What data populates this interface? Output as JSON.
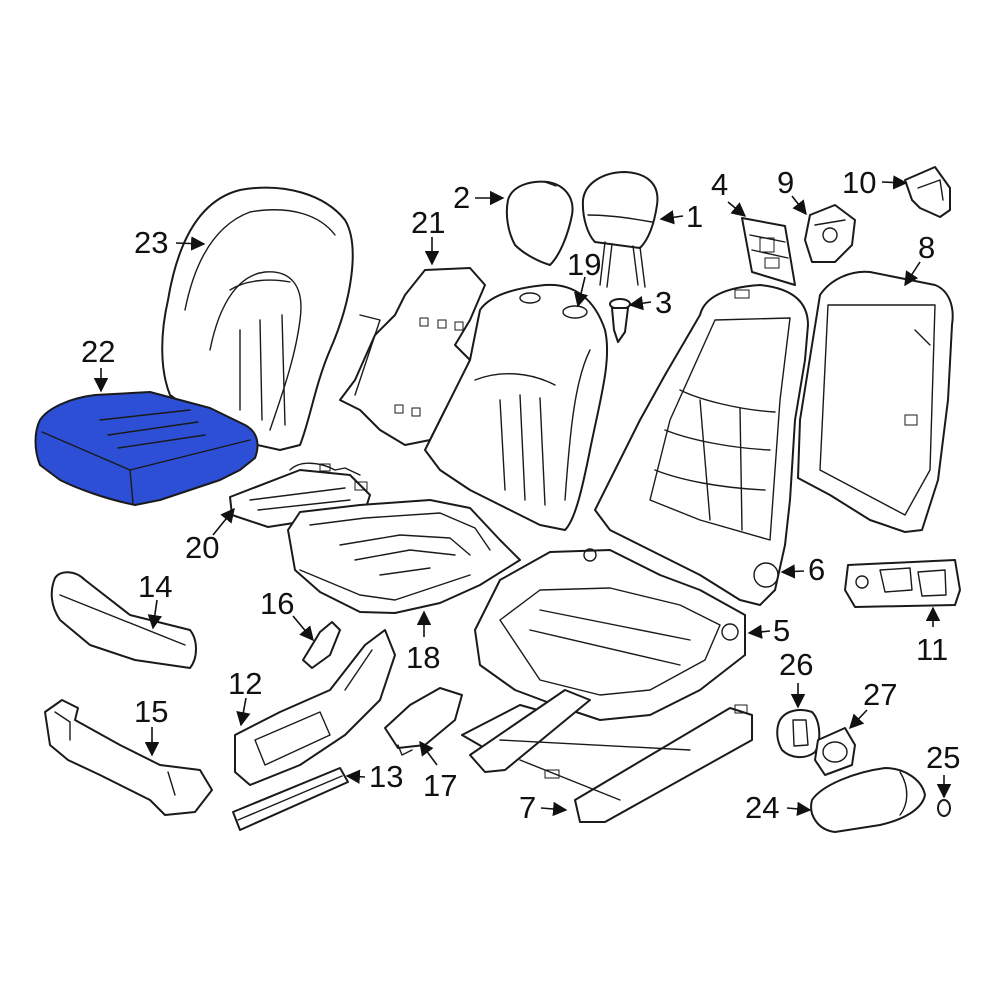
{
  "diagram": {
    "highlight_color": "#2d4fd6",
    "line_color": "#1a1a1a",
    "background": "#ffffff",
    "highlighted_part": "22",
    "callouts": [
      {
        "id": "1",
        "label": "1"
      },
      {
        "id": "2",
        "label": "2"
      },
      {
        "id": "3",
        "label": "3"
      },
      {
        "id": "4",
        "label": "4"
      },
      {
        "id": "5",
        "label": "5"
      },
      {
        "id": "6",
        "label": "6"
      },
      {
        "id": "7",
        "label": "7"
      },
      {
        "id": "8",
        "label": "8"
      },
      {
        "id": "9",
        "label": "9"
      },
      {
        "id": "10",
        "label": "10"
      },
      {
        "id": "11",
        "label": "11"
      },
      {
        "id": "12",
        "label": "12"
      },
      {
        "id": "13",
        "label": "13"
      },
      {
        "id": "14",
        "label": "14"
      },
      {
        "id": "15",
        "label": "15"
      },
      {
        "id": "16",
        "label": "16"
      },
      {
        "id": "17",
        "label": "17"
      },
      {
        "id": "18",
        "label": "18"
      },
      {
        "id": "19",
        "label": "19"
      },
      {
        "id": "20",
        "label": "20"
      },
      {
        "id": "21",
        "label": "21"
      },
      {
        "id": "22",
        "label": "22"
      },
      {
        "id": "23",
        "label": "23"
      },
      {
        "id": "24",
        "label": "24"
      },
      {
        "id": "25",
        "label": "25"
      },
      {
        "id": "26",
        "label": "26"
      },
      {
        "id": "27",
        "label": "27"
      }
    ]
  }
}
